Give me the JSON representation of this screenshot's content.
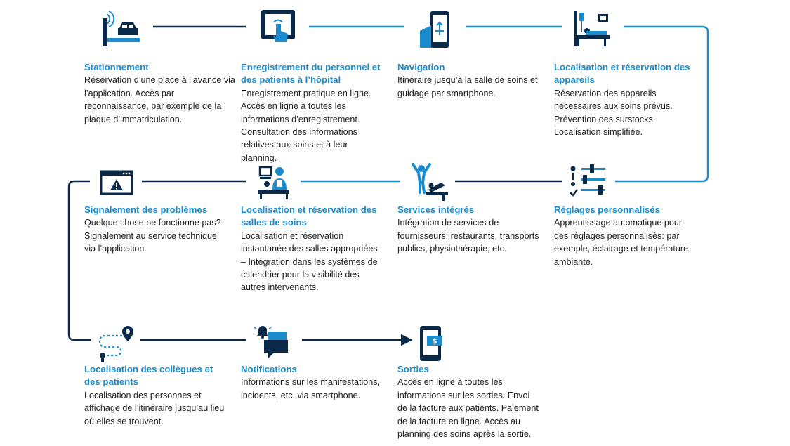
{
  "colors": {
    "icon_dark": "#0b2a4a",
    "icon_blue": "#1a8ccd",
    "line_blue": "#1a8ccd",
    "line_dark": "#0b2a4a",
    "title": "#1a8ccd",
    "text": "#222222"
  },
  "steps": [
    {
      "icon": "parking-barrier-car-icon",
      "title": "Stationnement",
      "desc": "Réservation d’une place à l’avance via l’application. Accès par reconnaissance, par exemple de la plaque d’immatriculation."
    },
    {
      "icon": "tablet-touch-icon",
      "title": "Enregistrement du personnel et des patients à l’hôpital",
      "desc": "Enregistrement pratique en ligne. Accès en ligne à toutes les informations d’enregistrement. Consultation des informations relatives aux soins et à leur planning."
    },
    {
      "icon": "smartphone-navigation-icon",
      "title": "Navigation",
      "desc": "Itinéraire jusqu’à la salle de soins et guidage par smartphone."
    },
    {
      "icon": "hospital-bed-icon",
      "title": "Localisation et réservation des appareils",
      "desc": "Réservation des appareils nécessaires aux soins prévus. Prévention des surstocks. Localisation simplifiée."
    },
    {
      "icon": "browser-warning-icon",
      "title": "Signalement des problèmes",
      "desc": "Quelque chose ne fonctionne pas? Signalement au service technique via l’application."
    },
    {
      "icon": "meeting-room-icon",
      "title": "Localisation et réservation des salles de soins",
      "desc": "Localisation et réservation instantanée des salles appropriées – Intégration dans les systèmes de calendrier pour la visibilité des autres intervenants."
    },
    {
      "icon": "physiotherapy-icon",
      "title": "Services intégrés",
      "desc": "Intégration de services de fournisseurs: restaurants, transports publics, physiothérapie, etc."
    },
    {
      "icon": "settings-sliders-icon",
      "title": "Réglages personnalisés",
      "desc": "Apprentissage automatique pour des réglages personnalisés: par exemple, éclairage et température ambiante."
    },
    {
      "icon": "location-path-icon",
      "title": "Localisation des collègues et des patients",
      "desc": "Localisation des personnes et affichage de l’itinéraire jusqu’au lieu où elles se trouvent."
    },
    {
      "icon": "notification-chat-icon",
      "title": "Notifications",
      "desc": "Informations sur les manifestations, incidents, etc. via smartphone."
    },
    {
      "icon": "smartphone-payment-icon",
      "title": "Sorties",
      "desc": "Accès en ligne à toutes les informations sur les sorties. Envoi de la facture aux patients. Paiement de la facture en ligne. Accès au planning des soins après la sortie."
    }
  ]
}
